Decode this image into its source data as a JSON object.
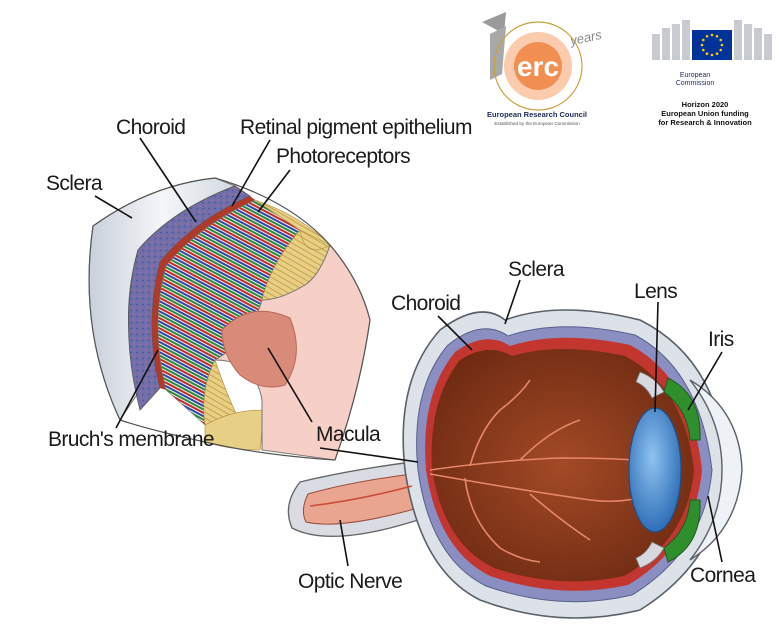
{
  "logos": {
    "erc_mark": "erc",
    "erc_years": "years",
    "erc_name": "European Research Council",
    "erc_subtitle": "Established by the European Commission",
    "ec_name_line1": "European",
    "ec_name_line2": "Commission",
    "h2020_line1": "Horizon 2020",
    "h2020_line2": "European Union funding",
    "h2020_line3": "for Research & Innovation"
  },
  "labels": {
    "choroid_top": "Choroid",
    "retinal_pigment_epithelium": "Retinal pigment epithelium",
    "photoreceptors": "Photoreceptors",
    "sclera_left": "Sclera",
    "bruchs_membrane": "Bruch's membrane",
    "macula": "Macula",
    "sclera_right": "Sclera",
    "choroid_right": "Choroid",
    "lens": "Lens",
    "iris": "Iris",
    "optic_nerve": "Optic Nerve",
    "cornea": "Cornea"
  },
  "colors": {
    "sclera": "#e9edf3",
    "choroid": "#6d6ea8",
    "retina_pink": "#f2c4bc",
    "vitreous": "#8a3a1e",
    "lens": "#4a8ed4",
    "iris": "#2d8a2a",
    "erc_orange": "#e8631c",
    "eu_blue": "#003399",
    "eu_star": "#ffcc00"
  }
}
